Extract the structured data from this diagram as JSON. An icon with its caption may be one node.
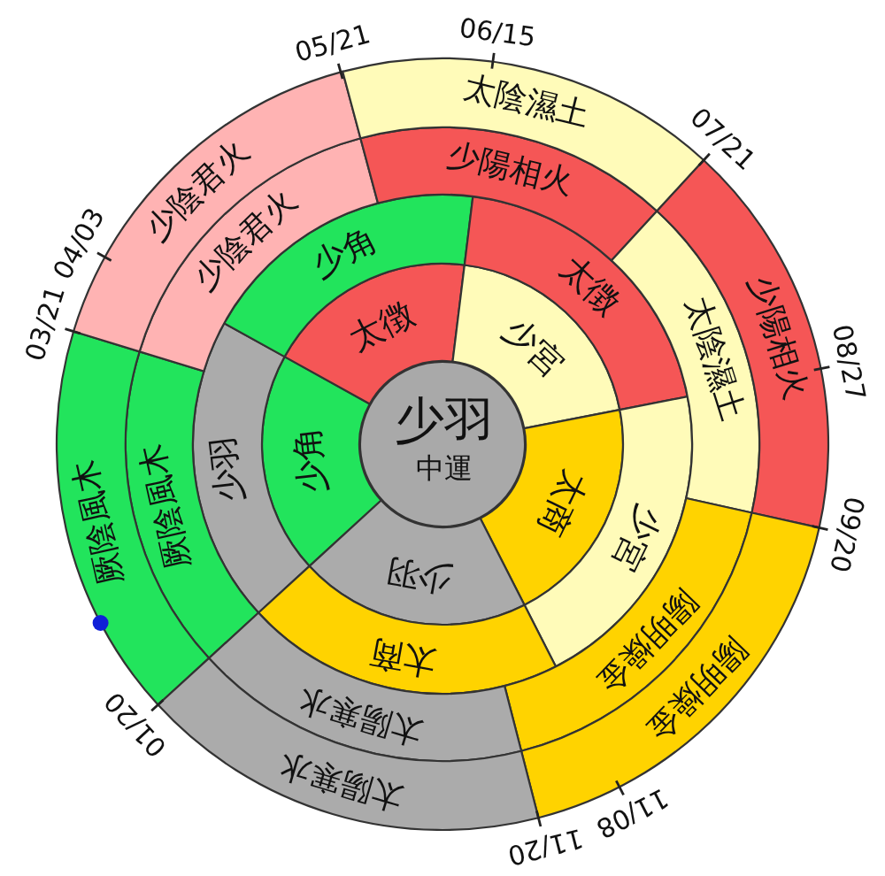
{
  "diagram": {
    "nodes": [
      {
        "text": [
          "少羽",
          "中運"
        ]
      },
      {
        "text": [
          "少角"
        ]
      },
      {
        "text": [
          "太徴"
        ]
      },
      {
        "text": [
          "少宮"
        ]
      },
      {
        "text": [
          "太商"
        ]
      },
      {
        "text": [
          "少羽"
        ]
      },
      {
        "text": [
          "少羽"
        ]
      },
      {
        "text": [
          "少角"
        ]
      },
      {
        "text": [
          "太徴"
        ]
      },
      {
        "text": [
          "少宮"
        ]
      },
      {
        "text": [
          "太商"
        ]
      },
      {
        "text": [
          "厥陰風木"
        ]
      },
      {
        "text": [
          "少陰君火"
        ]
      },
      {
        "text": [
          "少陽相火"
        ]
      },
      {
        "text": [
          "太陰濕土"
        ]
      },
      {
        "text": [
          "陽明燥金"
        ]
      },
      {
        "text": [
          "太陽寒水"
        ]
      },
      {
        "text": [
          "厥陰風木"
        ]
      },
      {
        "text": [
          "少陰君火"
        ]
      },
      {
        "text": [
          "太陰濕土"
        ]
      },
      {
        "text": [
          "少陽相火"
        ]
      },
      {
        "text": [
          "陽明燥金"
        ]
      },
      {
        "text": [
          "太陽寒水"
        ]
      }
    ],
    "labels": [
      "05/21",
      "06/15",
      "04/03",
      "07/21",
      "03/21",
      "08/27",
      "09/20",
      "01/20",
      "11/08",
      "11/20"
    ]
  }
}
